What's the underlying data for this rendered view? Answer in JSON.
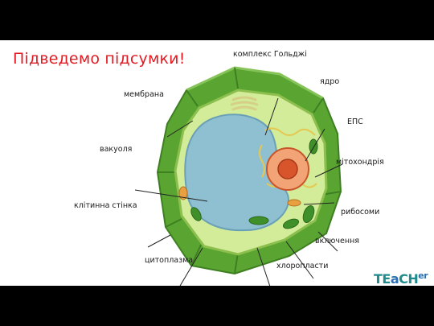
{
  "slide": {
    "title": "Підведемо підсумки!"
  },
  "labels": {
    "golgi": "комплекс Гольджі",
    "nucleus": "ядро",
    "membrane": "мембрана",
    "er": "ЕПС",
    "vacuole": "вакуоля",
    "mitochondria": "мітохондрія",
    "cell_wall": "клітинна стінка",
    "ribosomes": "рибосоми",
    "inclusions": "включення",
    "cytoplasm": "цитоплазма",
    "chloroplasts": "хлоропласти"
  },
  "logo": {
    "part1": "TE",
    "part2": "a",
    "part3": "CH",
    "part4": "er"
  },
  "colors": {
    "title": "#e01b24",
    "cell_wall": "#5aa532",
    "cytoplasm": "#d2ec9a",
    "vacuole": "#8fc0d2",
    "nucleus": "#e87a4a",
    "chloroplast": "#3f8f2a"
  }
}
